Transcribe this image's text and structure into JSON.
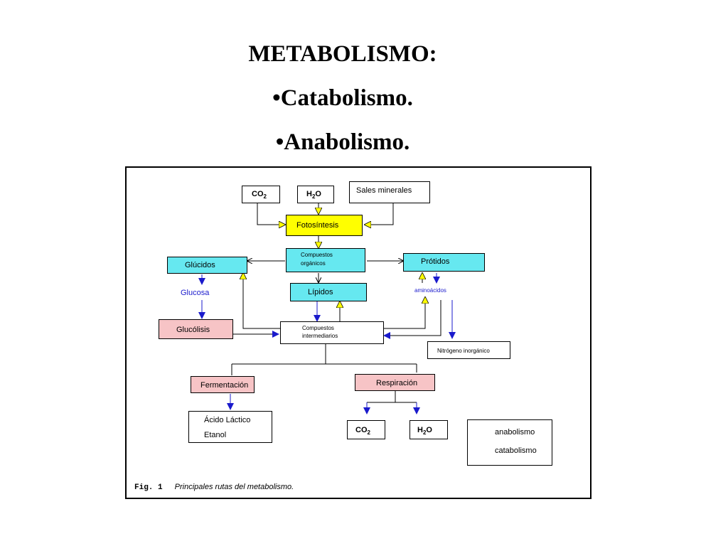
{
  "header": {
    "title": "METABOLISMO:",
    "bullet1": "•Catabolismo.",
    "bullet2": "•Anabolismo."
  },
  "diagram": {
    "co2_top": "CO",
    "co2_top_sub": "2",
    "h2o_top_h": "H",
    "h2o_top_sub": "2",
    "h2o_top_o": "O",
    "sales": "Sales minerales",
    "fotosintesis": "Fotosíntesis",
    "compuestos_organicos_1": "Compuestos",
    "compuestos_organicos_2": "orgánicos",
    "glucidos": "Glúcidos",
    "protidos": "Prótidos",
    "glucosa": "Glucosa",
    "aminoacidos": "aminoácidos",
    "lipidos": "Lípidos",
    "glucolisis": "Glucólisis",
    "compuestos_intermediarios_1": "Compuestos",
    "compuestos_intermediarios_2": "intermediarios",
    "nitrogeno": "Nitrógeno inorgánico",
    "fermentacion": "Fermentación",
    "respiracion": "Respiración",
    "acido_lactico": "Ácido Láctico",
    "etanol": "Etanol",
    "co2_bottom": "CO",
    "co2_bottom_sub": "2",
    "h2o_bottom_h": "H",
    "h2o_bottom_sub": "2",
    "h2o_bottom_o": "O",
    "legend_anabolismo": "anabolismo",
    "legend_catabolismo": "catabolismo",
    "caption_fig": "Fig. 1",
    "caption_text": "Principales rutas del metabolismo.",
    "colors": {
      "anabolic_arrow": "#ffff00",
      "catabolic_arrow": "#1a1acc",
      "photosynthesis_box": "#ffff00",
      "biomolecule_box": "#66e8f0",
      "catabolic_process_box": "#f7c4c6"
    }
  }
}
